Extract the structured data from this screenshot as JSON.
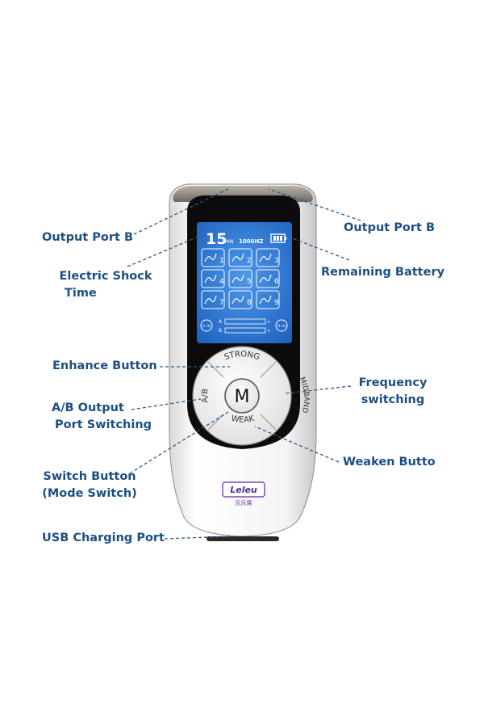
{
  "labels": {
    "output_port_b_left": "Output Port B",
    "output_port_b_right": "Output Port B",
    "electric_shock_time_1": "Electric Shock",
    "electric_shock_time_2": "Time",
    "remaining_battery": "Remaining Battery",
    "enhance_button": "Enhance Button",
    "frequency_switching_1": "Frequency",
    "frequency_switching_2": "switching",
    "ab_output_1": "A/B Output",
    "ab_output_2": "Port Switching",
    "switch_button_1": "Switch Button",
    "switch_button_2": "(Mode Switch)",
    "weaken_button": "Weaken Butto",
    "usb_charging_port": "USB Charging Port"
  },
  "device": {
    "display": {
      "timer": "15",
      "timer_unit": "MIN",
      "frequency": "1000HZ",
      "channel_a": "A",
      "channel_b": "B",
      "a_hz": "A Hz",
      "b_hz": "B Hz",
      "mode_numbers": [
        "1",
        "2",
        "3",
        "4",
        "5",
        "6",
        "7",
        "8",
        "9"
      ]
    },
    "buttons": {
      "strong": "STRONG",
      "midband": "MIDBAND",
      "weak": "WEAK",
      "ab": "A/B",
      "mode": "M"
    },
    "brand_logo": "Leleu",
    "brand_sub": "乐乐窝"
  },
  "colors": {
    "label_text": "#1e4f82",
    "leader_line": "#2a5a8a",
    "screen_blue": "#2f7fd9",
    "body_white": "#f7f7f7",
    "face_black": "#0c0c0c",
    "logo_purple": "#5a2aa0"
  }
}
